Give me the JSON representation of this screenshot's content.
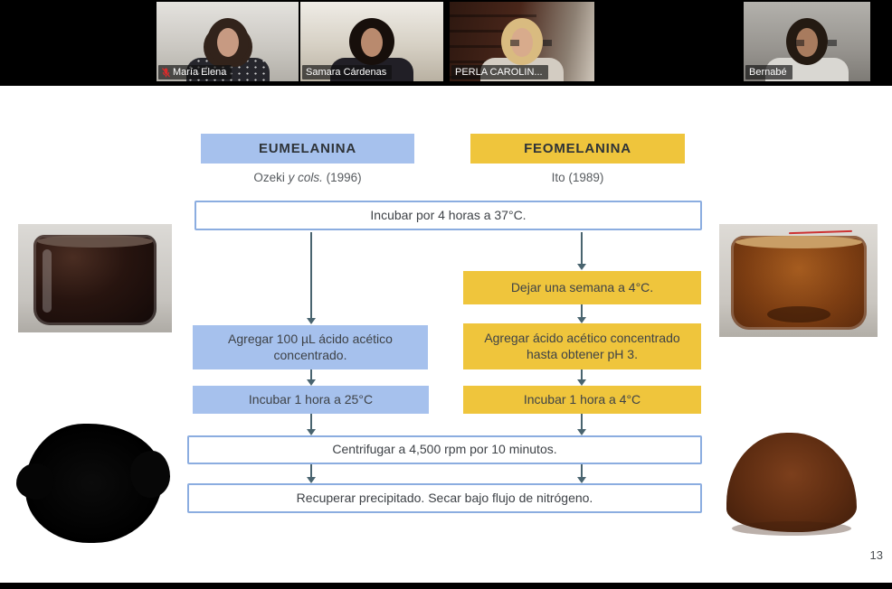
{
  "participants": [
    {
      "name": "María Elena",
      "muted": true,
      "active_speaker": false
    },
    {
      "name": "Samara Cárdenas",
      "muted": false,
      "active_speaker": true
    },
    {
      "name": "PERLA CAROLIN...",
      "muted": false,
      "active_speaker": false
    },
    {
      "name": "Bernabé",
      "muted": false,
      "active_speaker": false
    }
  ],
  "slide": {
    "page_number": "13",
    "eumelanina": {
      "title": "EUMELANINA",
      "reference": {
        "prefix": "Ozeki ",
        "italic": "y cols.",
        "suffix": " (1996)"
      },
      "color": "#a6c1ed",
      "steps": [
        "Agregar 100 µL ácido acético concentrado.",
        "Incubar 1 hora a 25°C"
      ]
    },
    "feomelanina": {
      "title": "FEOMELANINA",
      "reference": "Ito (1989)",
      "color": "#efc53c",
      "steps": [
        "Dejar una semana a 4°C.",
        "Agregar ácido acético concentrado hasta obtener pH 3.",
        "Incubar 1 hora a 4°C"
      ]
    },
    "shared": {
      "incubate": "Incubar por 4 horas a 37°C.",
      "centrifuge": "Centrifugar a 4,500 rpm por 10 minutos.",
      "recover": "Recuperar precipitado. Secar bajo flujo de nitrógeno."
    },
    "colors": {
      "outline_border": "#8bade0",
      "arrow": "#49646f"
    }
  }
}
